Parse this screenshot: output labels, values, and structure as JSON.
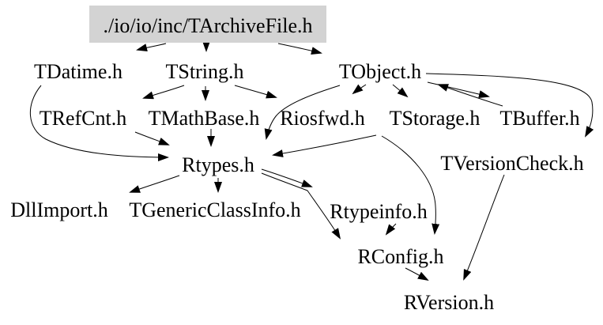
{
  "graph": {
    "kind": "include-dependency-graph",
    "root": {
      "label": "./io/io/inc/TArchiveFile.h",
      "fill": "#d3d3d3"
    },
    "nodes": [
      {
        "id": "tdatime",
        "label": "TDatime.h"
      },
      {
        "id": "tstring",
        "label": "TString.h"
      },
      {
        "id": "tobject",
        "label": "TObject.h"
      },
      {
        "id": "trefcnt",
        "label": "TRefCnt.h"
      },
      {
        "id": "tmathbase",
        "label": "TMathBase.h"
      },
      {
        "id": "riosfwd",
        "label": "Riosfwd.h"
      },
      {
        "id": "tstorage",
        "label": "TStorage.h"
      },
      {
        "id": "tbuffer",
        "label": "TBuffer.h"
      },
      {
        "id": "rtypes",
        "label": "Rtypes.h"
      },
      {
        "id": "tversioncheck",
        "label": "TVersionCheck.h"
      },
      {
        "id": "dllimport",
        "label": "DllImport.h"
      },
      {
        "id": "tgenericclassinfo",
        "label": "TGenericClassInfo.h"
      },
      {
        "id": "rtypeinfo",
        "label": "Rtypeinfo.h"
      },
      {
        "id": "rconfig",
        "label": "RConfig.h"
      },
      {
        "id": "rversion",
        "label": "RVersion.h"
      }
    ],
    "edges": [
      {
        "from": "./io/io/inc/TArchiveFile.h",
        "to": "TDatime.h"
      },
      {
        "from": "./io/io/inc/TArchiveFile.h",
        "to": "TString.h"
      },
      {
        "from": "./io/io/inc/TArchiveFile.h",
        "to": "TObject.h"
      },
      {
        "from": "TDatime.h",
        "to": "Rtypes.h"
      },
      {
        "from": "TString.h",
        "to": "TRefCnt.h"
      },
      {
        "from": "TString.h",
        "to": "TMathBase.h"
      },
      {
        "from": "TString.h",
        "to": "Riosfwd.h"
      },
      {
        "from": "TObject.h",
        "to": "Riosfwd.h"
      },
      {
        "from": "TObject.h",
        "to": "TStorage.h"
      },
      {
        "from": "TObject.h",
        "to": "TBuffer.h"
      },
      {
        "from": "TBuffer.h",
        "to": "TObject.h"
      },
      {
        "from": "TObject.h",
        "to": "TVersionCheck.h"
      },
      {
        "from": "TObject.h",
        "to": "Rtypes.h"
      },
      {
        "from": "TRefCnt.h",
        "to": "Rtypes.h"
      },
      {
        "from": "TMathBase.h",
        "to": "Rtypes.h"
      },
      {
        "from": "TStorage.h",
        "to": "Rtypes.h"
      },
      {
        "from": "TStorage.h",
        "to": "RConfig.h"
      },
      {
        "from": "Rtypes.h",
        "to": "DllImport.h"
      },
      {
        "from": "Rtypes.h",
        "to": "TGenericClassInfo.h"
      },
      {
        "from": "Rtypes.h",
        "to": "Rtypeinfo.h"
      },
      {
        "from": "Rtypes.h",
        "to": "RConfig.h"
      },
      {
        "from": "Rtypeinfo.h",
        "to": "RConfig.h"
      },
      {
        "from": "TVersionCheck.h",
        "to": "RVersion.h"
      },
      {
        "from": "RConfig.h",
        "to": "RVersion.h"
      }
    ],
    "colors": {
      "background": "#ffffff",
      "edge": "#000000",
      "text": "#000000",
      "root_fill": "#d3d3d3"
    }
  }
}
